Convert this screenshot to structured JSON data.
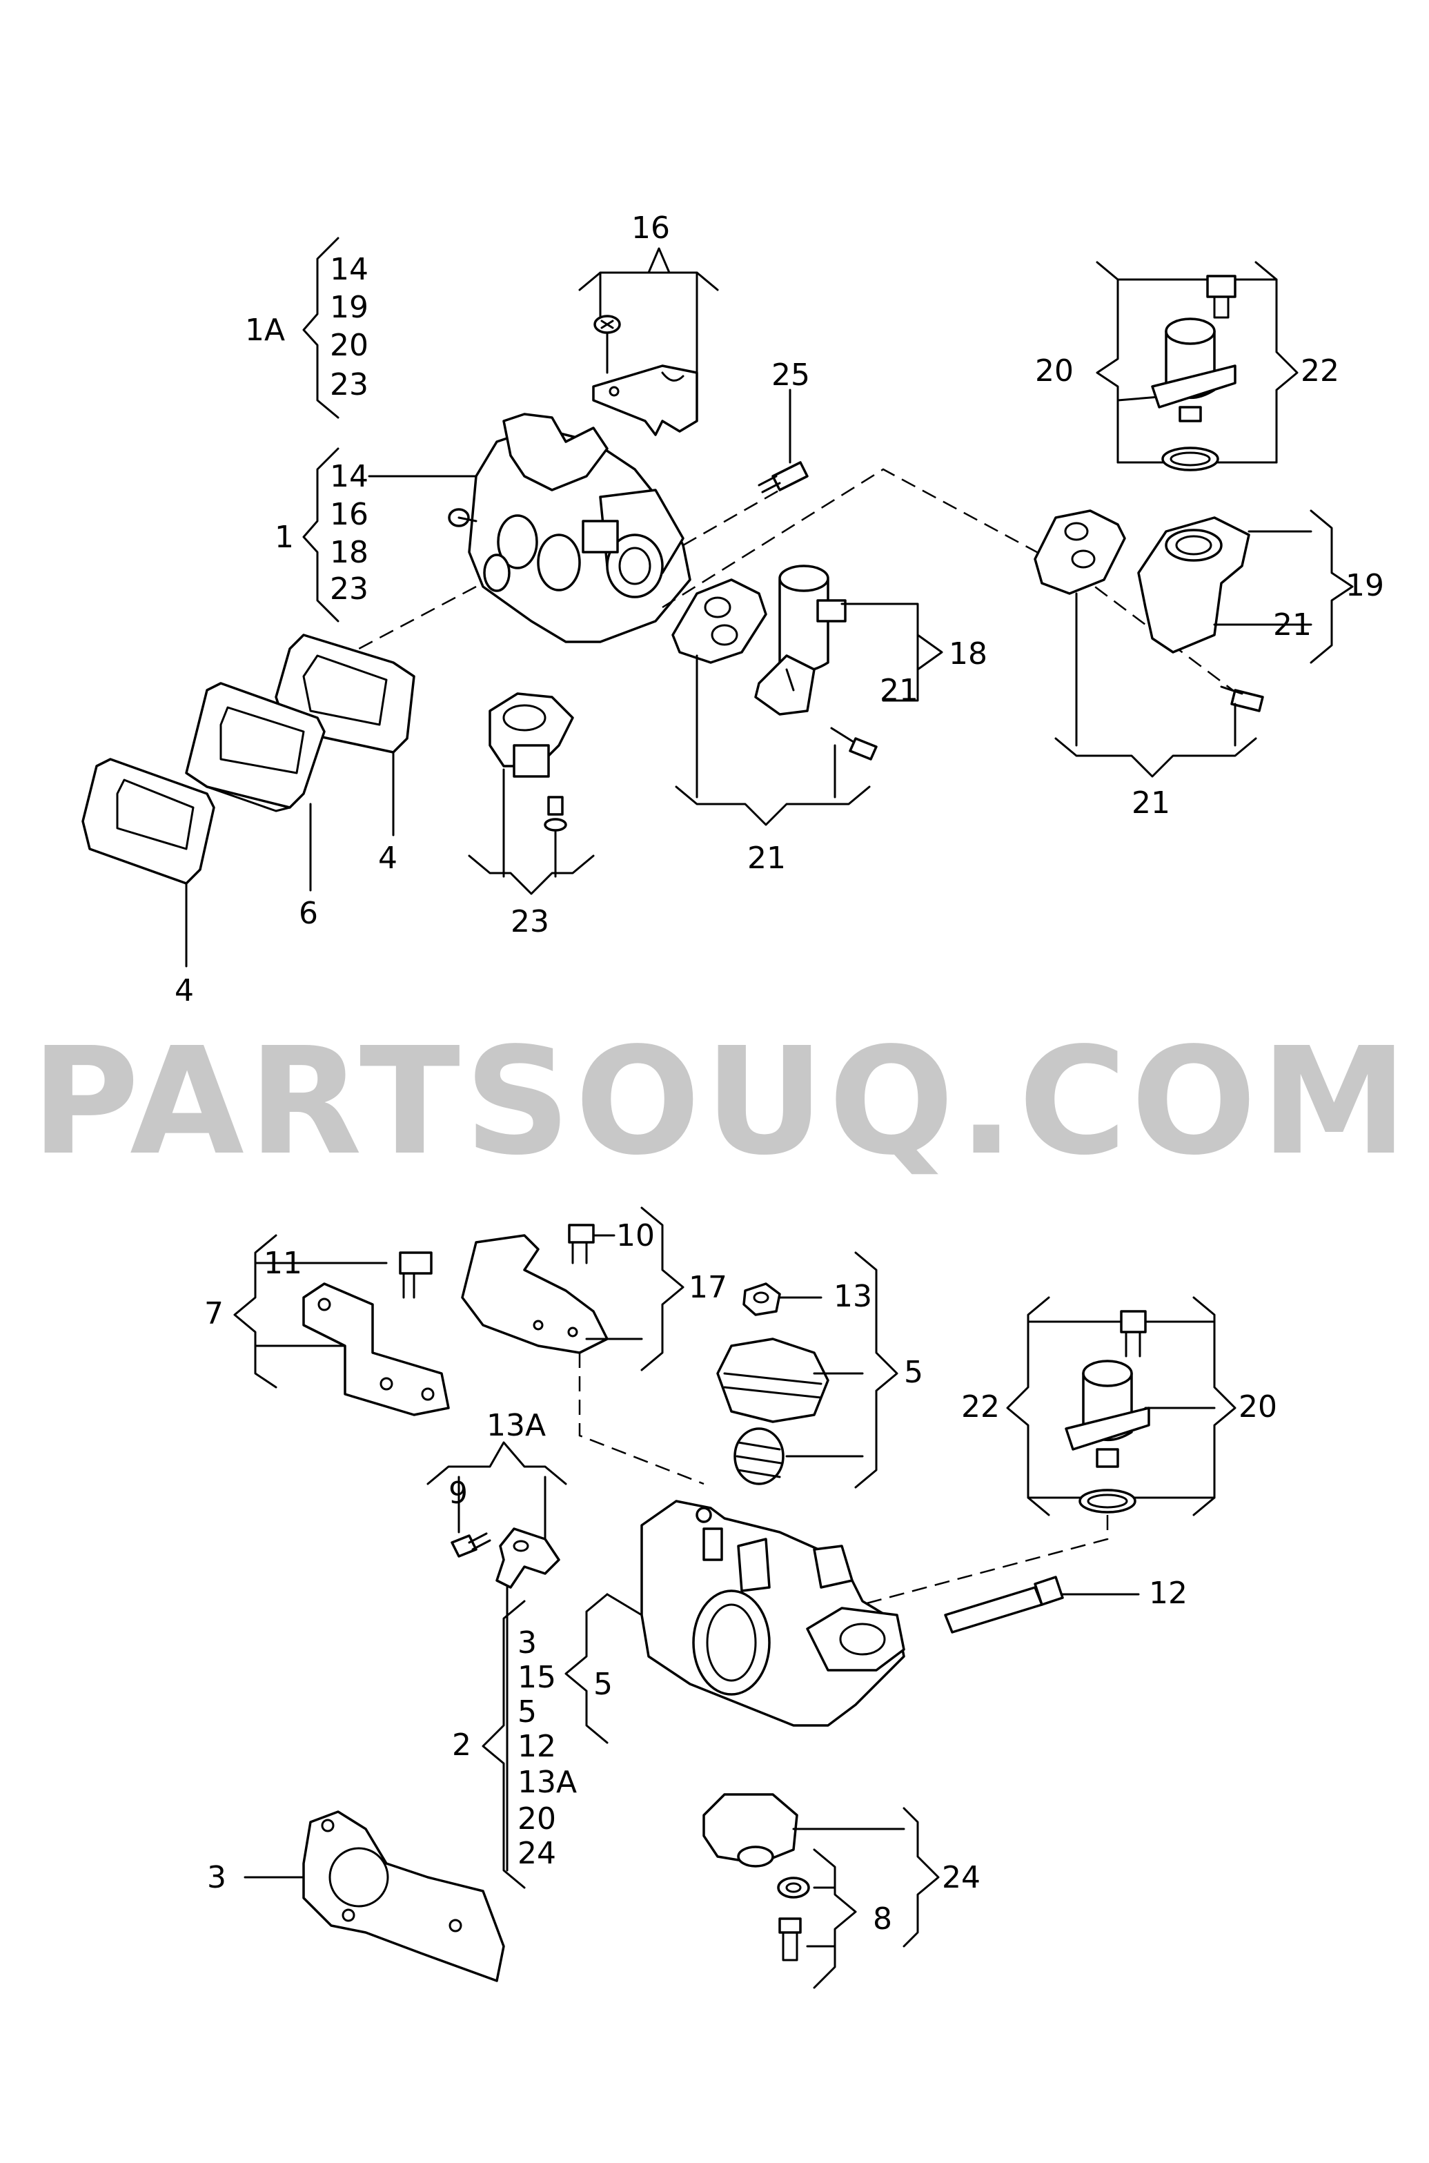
{
  "watermark": "PARTSOUQ.COM",
  "labels": {
    "l_16_top": "16",
    "l_1A_group": "1A",
    "l_1A_14": "14",
    "l_1A_19": "19",
    "l_1A_20": "20",
    "l_1A_23": "23",
    "l_1_group": "1",
    "l_1_14": "14",
    "l_1_16": "16",
    "l_1_18": "18",
    "l_1_23": "23",
    "l_25": "25",
    "l_20_top": "20",
    "l_22_top": "22",
    "l_19": "19",
    "l_21_right": "21",
    "l_18": "18",
    "l_21_mid": "21",
    "l_21_bottom_right": "21",
    "l_21_bottom_mid": "21",
    "l_4_right": "4",
    "l_6": "6",
    "l_4_left": "4",
    "l_23": "23",
    "l_11": "11",
    "l_7": "7",
    "l_10": "10",
    "l_17": "17",
    "l_13": "13",
    "l_5_right": "5",
    "l_13A": "13A",
    "l_9": "9",
    "l_22_bottom": "22",
    "l_20_bottom": "20",
    "l_12_right": "12",
    "l_5_mid": "5",
    "l_2_group": "2",
    "l_2_3": "3",
    "l_2_15": "15",
    "l_2_5": "5",
    "l_2_12": "12",
    "l_2_13A": "13A",
    "l_2_20": "20",
    "l_2_24": "24",
    "l_3": "3",
    "l_24": "24",
    "l_8": "8"
  }
}
